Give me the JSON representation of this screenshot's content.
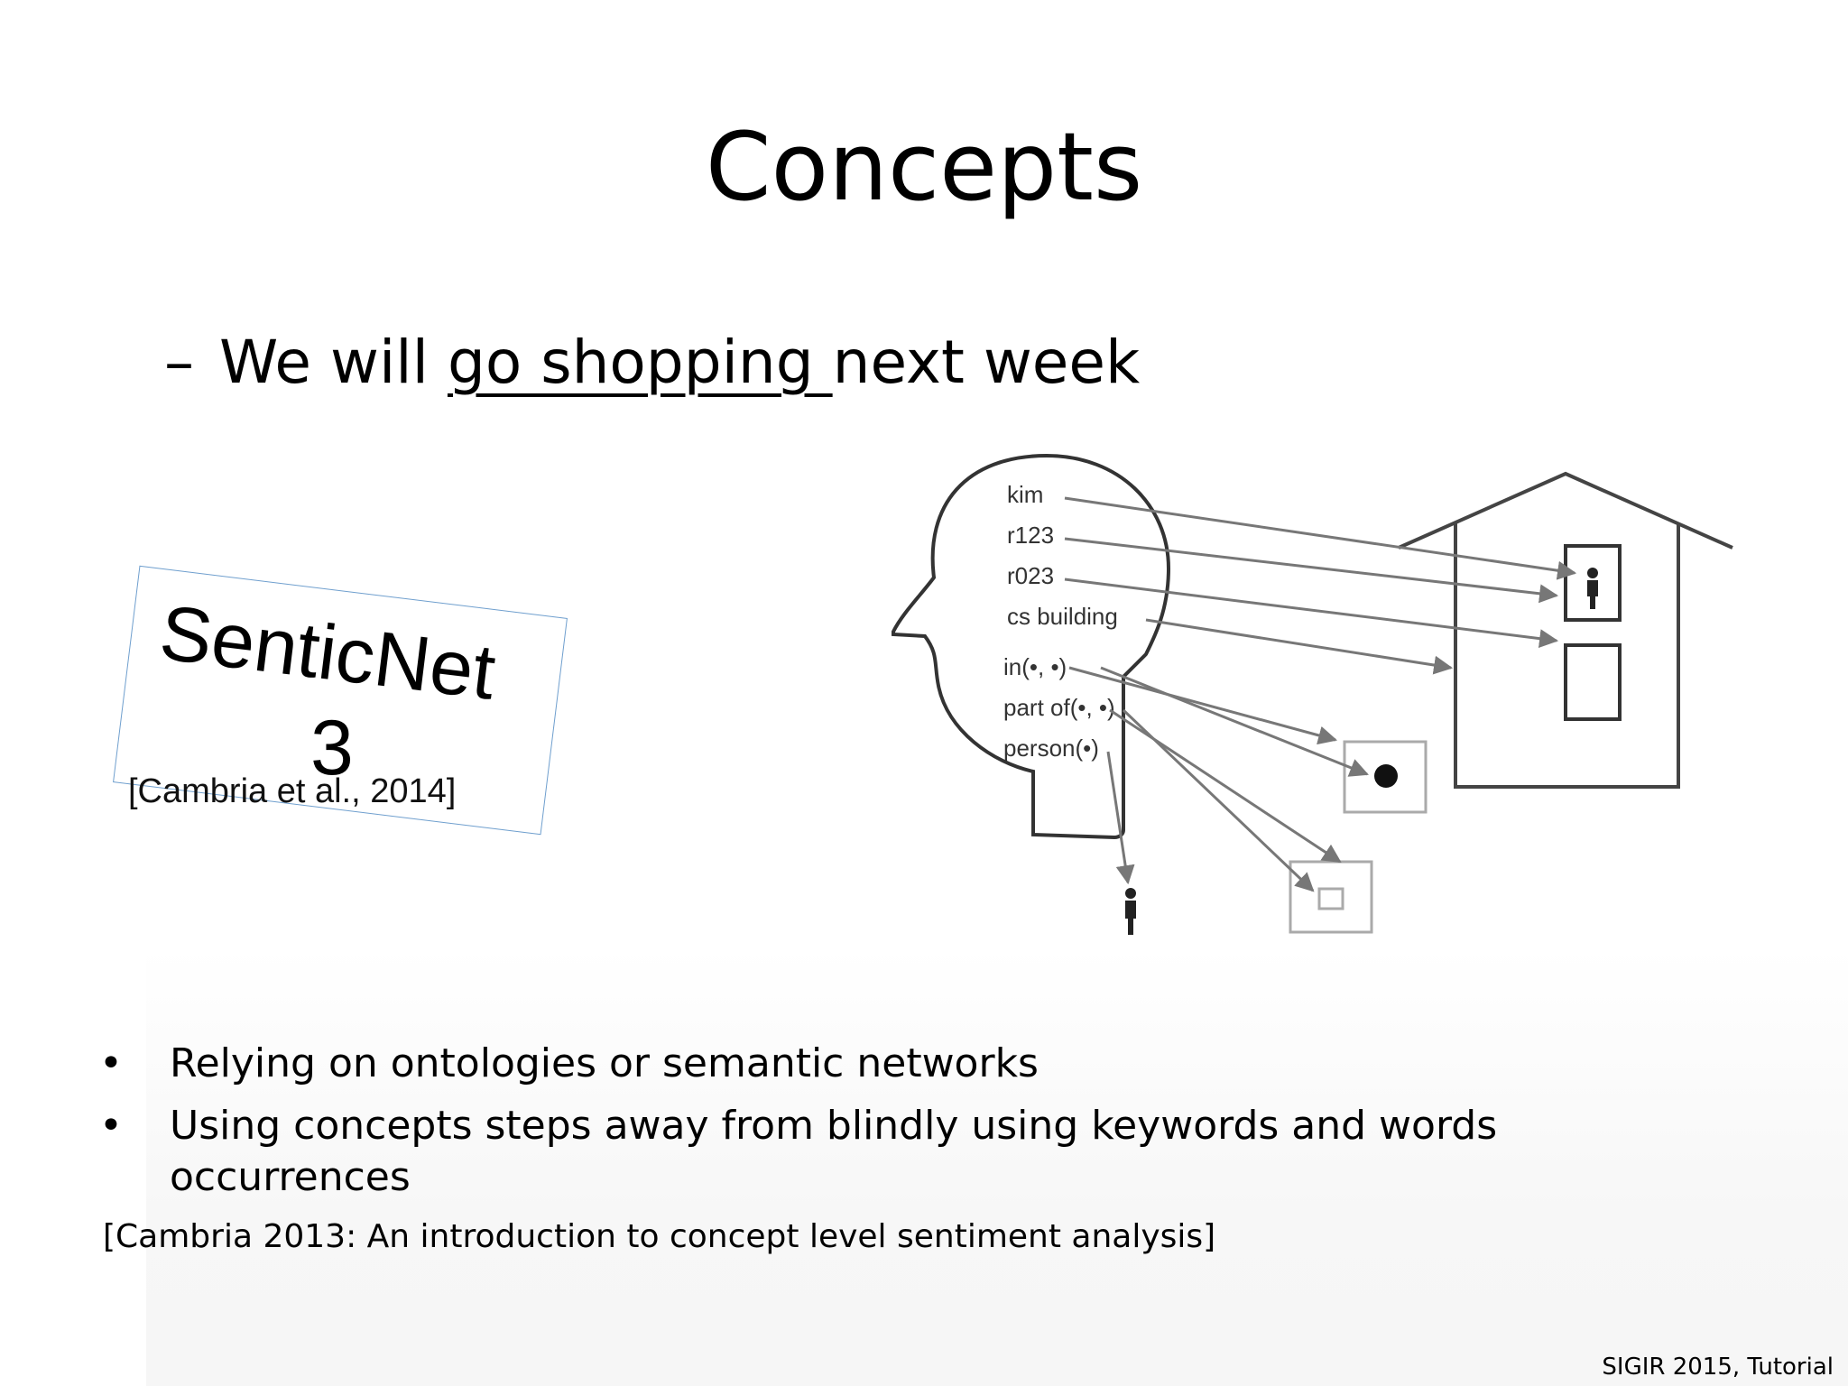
{
  "slide": {
    "title": "Concepts",
    "example": {
      "dash": "–",
      "before": "We will ",
      "underlined": "go shopping ",
      "after": "next week"
    },
    "senticnet": {
      "word": "SenticNet",
      "number": "3",
      "citation": "[Cambria et al., 2014]"
    },
    "diagram": {
      "labels": [
        "kim",
        "r123",
        "r023",
        "cs building",
        "in(•, •)",
        "part of(•, •)",
        "person(•)"
      ]
    },
    "bullets": [
      "Relying on ontologies or semantic networks",
      "Using concepts steps away from blindly using keywords and words occurrences"
    ],
    "bullet_marker": "•",
    "citation": "[Cambria 2013: An introduction to concept level sentiment analysis]",
    "footer": "SIGIR 2015, Tutorial"
  }
}
